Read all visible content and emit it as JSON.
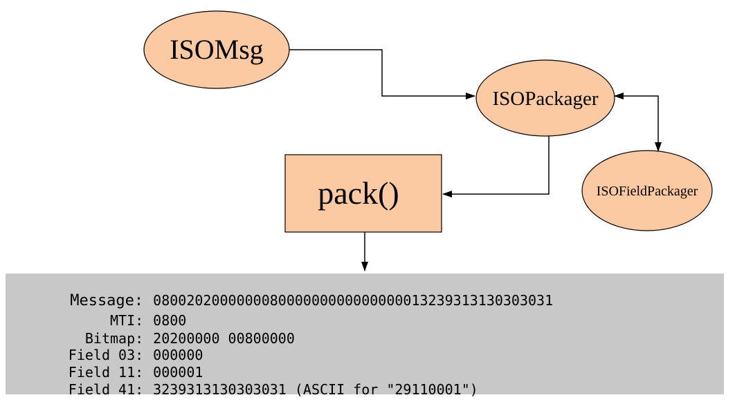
{
  "diagram": {
    "nodes": {
      "isomsg": "ISOMsg",
      "isopackager": "ISOPackager",
      "isofieldpackager": "ISOFieldPackager",
      "pack": "pack()"
    }
  },
  "colors": {
    "node_fill": "#FBC9A2",
    "node_stroke": "#000000",
    "panel_bg": "#C8C8C8"
  },
  "output": {
    "lines": [
      {
        "key": "Message:",
        "value": "080020200000008000000000000000013239313130303031"
      },
      {
        "key": "MTI:",
        "value": "0800"
      },
      {
        "key": "Bitmap:",
        "value": "20200000 00800000"
      },
      {
        "key": "Field 03:",
        "value": "000000"
      },
      {
        "key": "Field 11:",
        "value": "000001"
      },
      {
        "key": "Field 41:",
        "value": "3239313130303031 (ASCII for \"29110001\")"
      }
    ]
  }
}
